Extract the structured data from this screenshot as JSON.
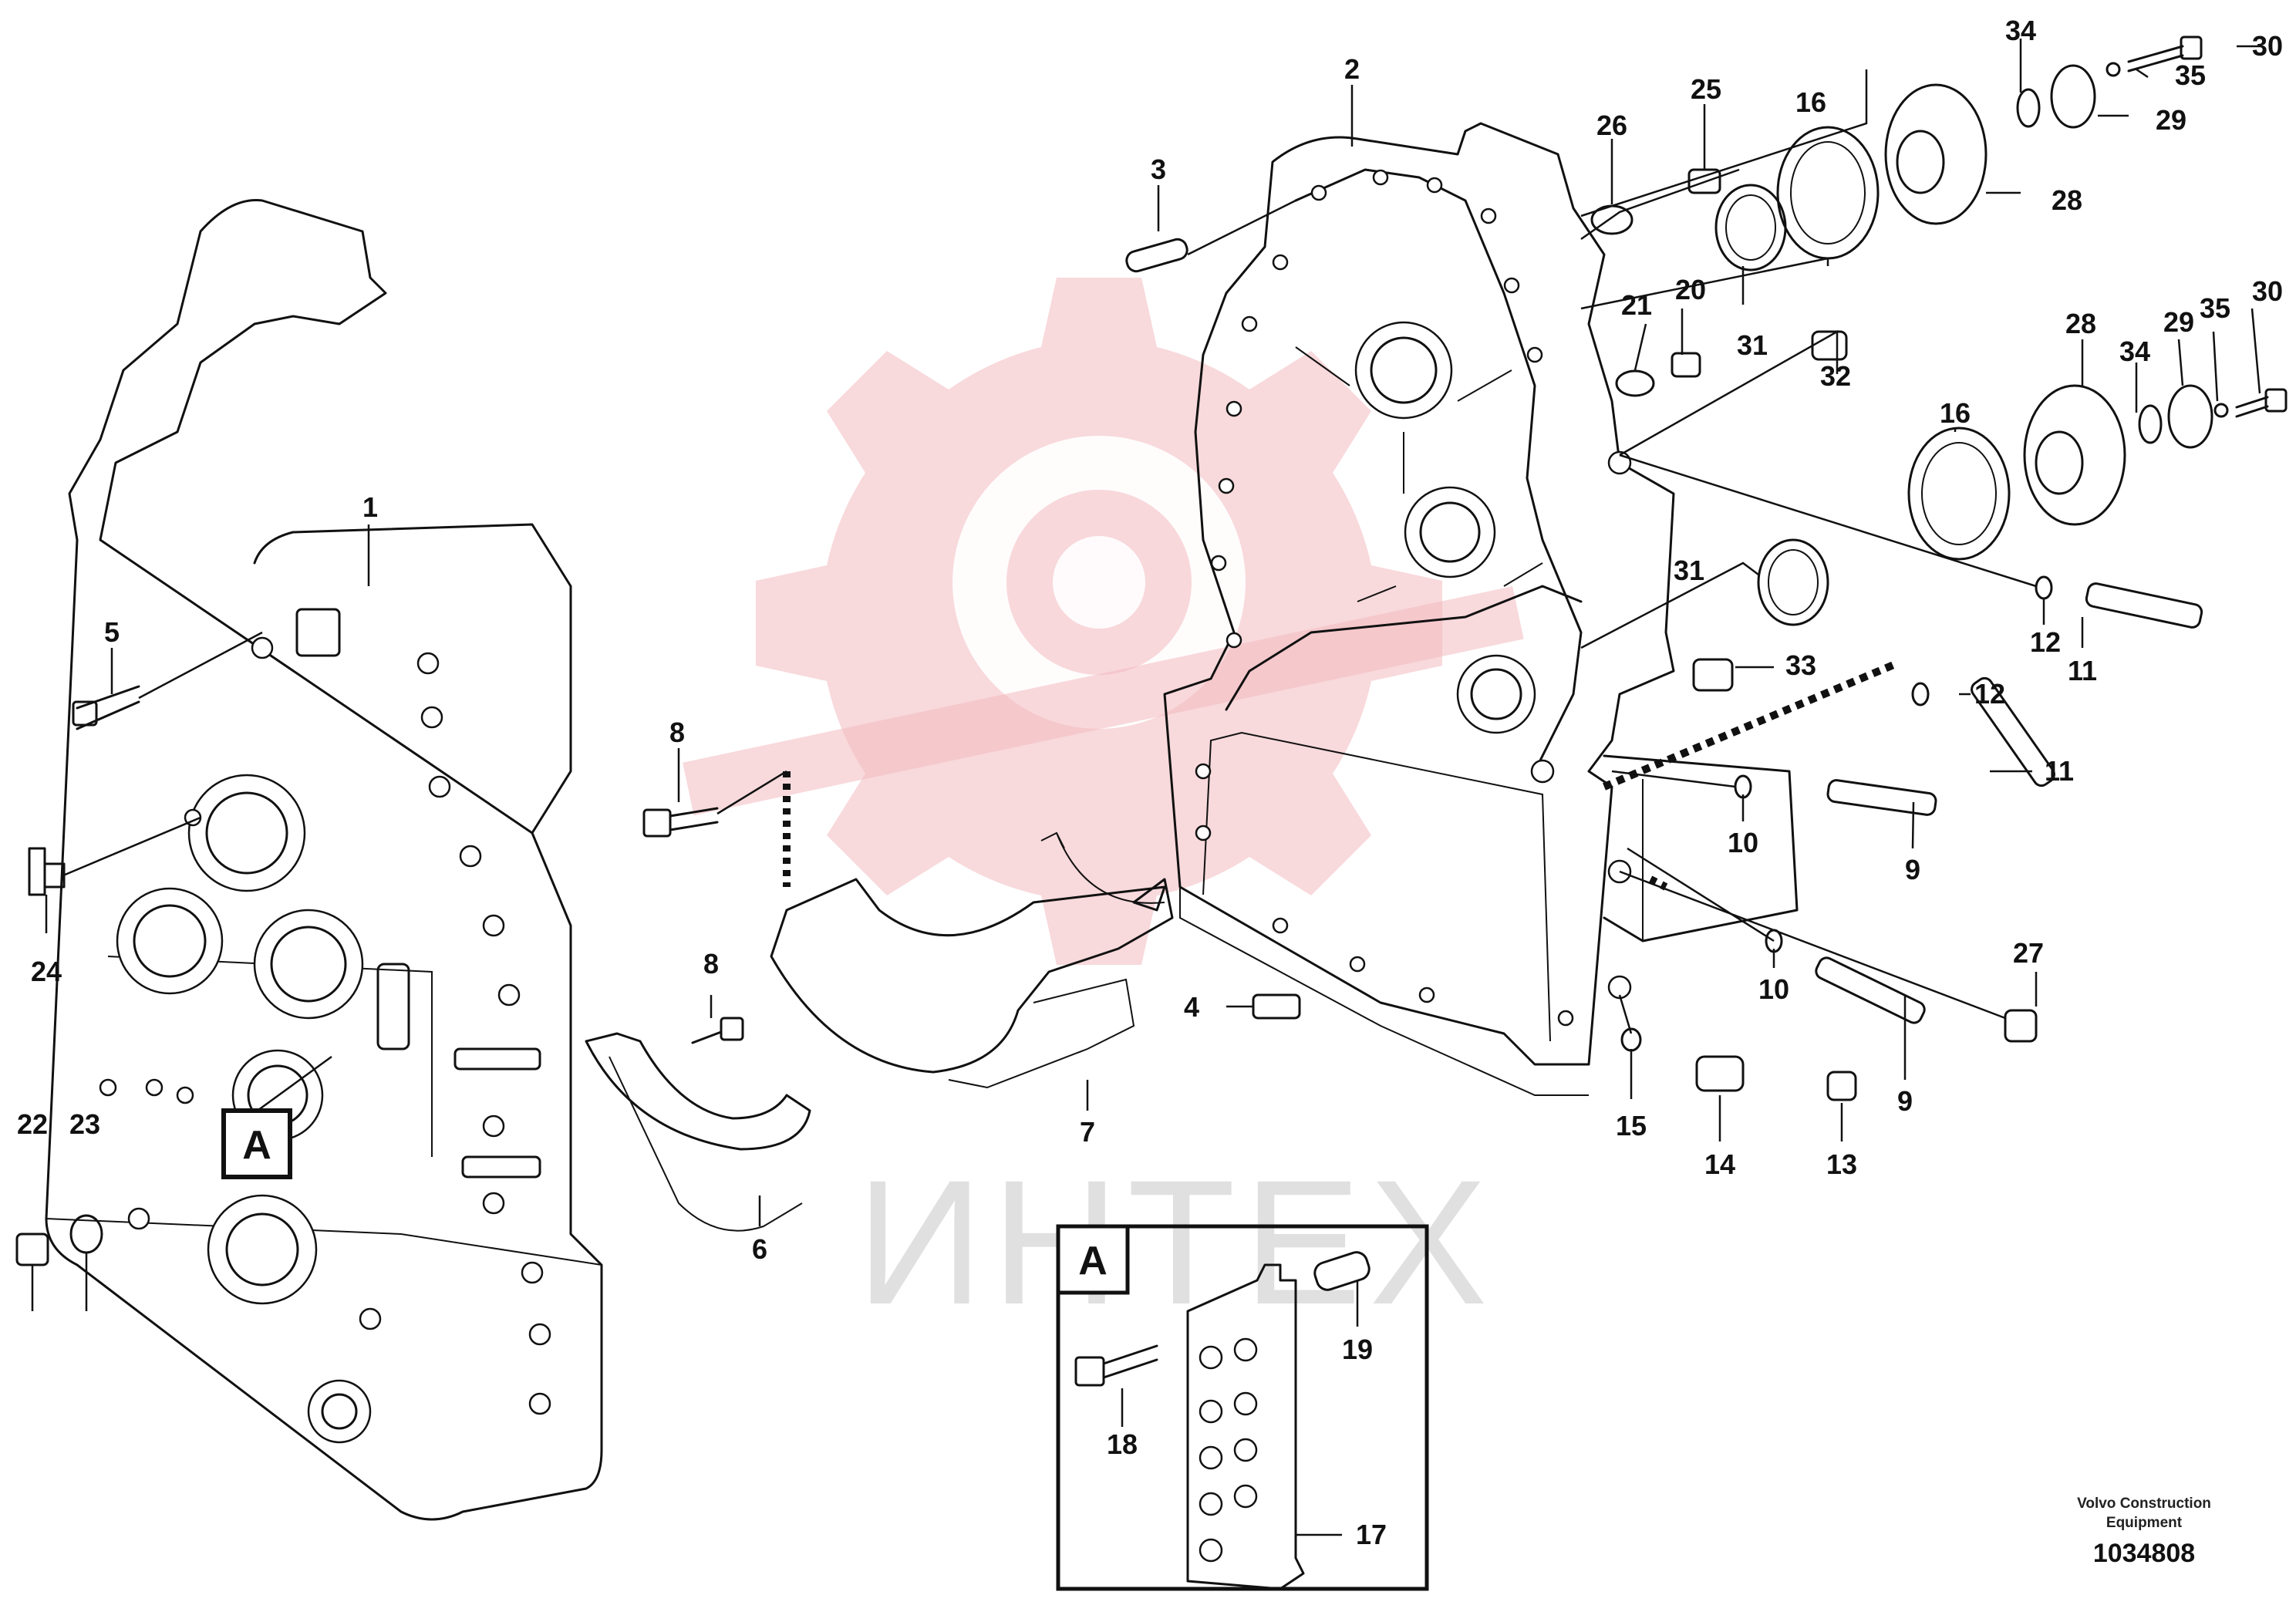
{
  "watermark_text": "ИНТЕХ",
  "footer": {
    "brand_line1": "Volvo Construction",
    "brand_line2": "Equipment",
    "drawing_number": "1034808"
  },
  "detail_marker": "A",
  "detail_box_label": "A",
  "callouts": {
    "c1": "1",
    "c2": "2",
    "c3": "3",
    "c4": "4",
    "c5": "5",
    "c6": "6",
    "c7": "7",
    "c8a": "8",
    "c8b": "8",
    "c9a": "9",
    "c9b": "9",
    "c10a": "10",
    "c10b": "10",
    "c11a": "11",
    "c11b": "11",
    "c12a": "12",
    "c12b": "12",
    "c13": "13",
    "c14": "14",
    "c15": "15",
    "c16a": "16",
    "c16b": "16",
    "c17": "17",
    "c18": "18",
    "c19": "19",
    "c20": "20",
    "c21": "21",
    "c22": "22",
    "c23": "23",
    "c24": "24",
    "c25": "25",
    "c26": "26",
    "c27": "27",
    "c28a": "28",
    "c28b": "28",
    "c29a": "29",
    "c29b": "29",
    "c30a": "30",
    "c30b": "30",
    "c31a": "31",
    "c31b": "31",
    "c32": "32",
    "c33": "33",
    "c34a": "34",
    "c34b": "34",
    "c35a": "35",
    "c35b": "35"
  }
}
